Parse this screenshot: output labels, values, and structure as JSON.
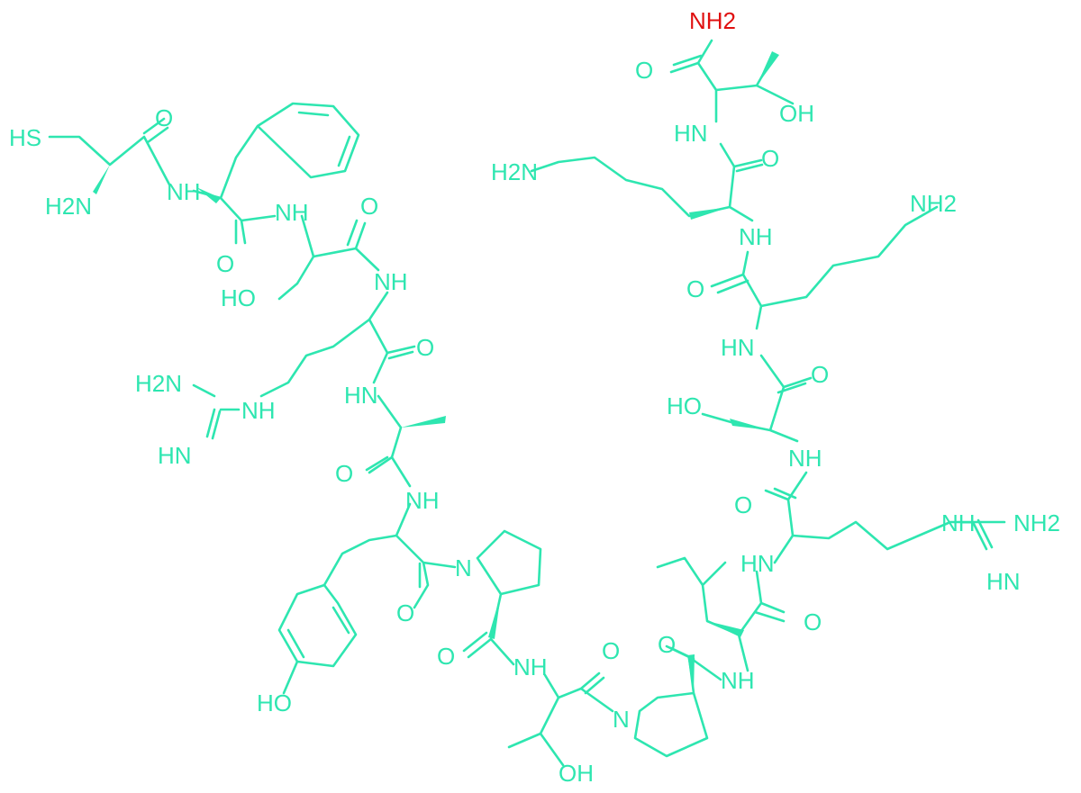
{
  "molecule": {
    "atom_color": "#2ee6b0",
    "highlight_color": "#e01010",
    "labels": {
      "sh": "HS",
      "nh2_cys": "H2N",
      "o_cys": "O",
      "nh_phe": "NH",
      "o_phe": "O",
      "nh_ser1": "NH",
      "o_ser1": "O",
      "oh_ser1": "HO",
      "nh_arg1": "NH",
      "o_arg1": "O",
      "h2n_gua1": "H2N",
      "nh_gua1": "NH",
      "hn_gua1": "HN",
      "hn_ala": "HN",
      "o_ala": "O",
      "nh_tyr": "NH",
      "n_pro1": "N",
      "o_tyr": "O",
      "oh_tyr": "HO",
      "o_pro1": "O",
      "nh_thr1": "NH",
      "oh_thr1": "OH",
      "o_thr1": "O",
      "n_pro2": "N",
      "o_pro2": "O",
      "nh_leu": "NH",
      "o_leu": "O",
      "hn_arg2": "HN",
      "o_arg2": "O",
      "nh_gua2": "NH",
      "nh2_gua2": "NH2",
      "hn_gua2": "HN",
      "nh_ser2": "NH",
      "oh_ser2": "HO",
      "o_ser2": "O",
      "hn_lys2": "HN",
      "o_lys2": "O",
      "nh2_lys2": "NH2",
      "nh_lys1": "NH",
      "o_lys1": "O",
      "h2n_lys1": "H2N",
      "hn_thr2": "HN",
      "o_thr2": "O",
      "oh_thr2": "OH",
      "nh2_term": "NH2"
    }
  }
}
